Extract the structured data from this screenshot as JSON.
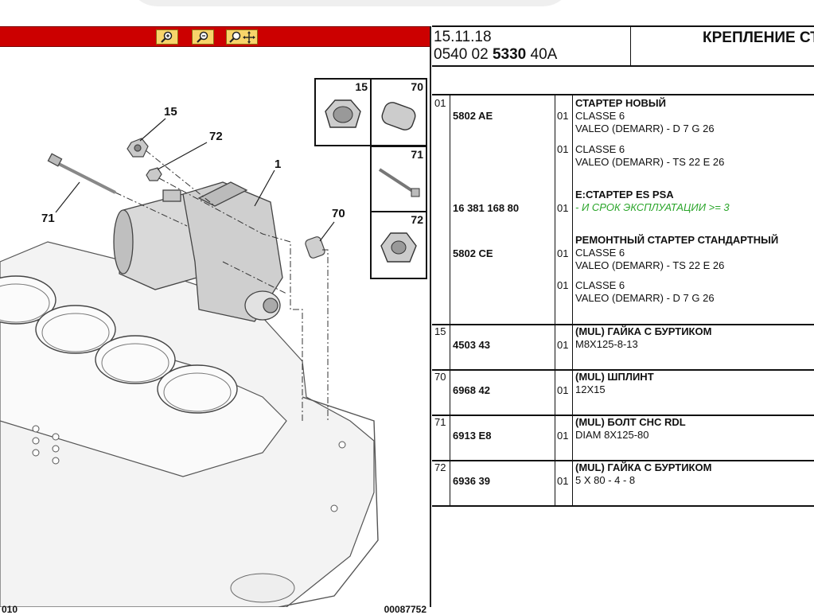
{
  "header": {
    "date": "15.11.18",
    "code_prefix": "0540 02 ",
    "code_bold": "5330",
    "code_suffix": " 40A",
    "title": "КРЕПЛЕНИЕ СТ"
  },
  "zoom_buttons": [
    {
      "icon": "zoom-in-icon"
    },
    {
      "icon": "zoom-out-icon"
    },
    {
      "icon": "zoom-pan-icon"
    }
  ],
  "diagram": {
    "callouts": [
      "15",
      "72",
      "1",
      "71",
      "70"
    ],
    "thumbs": [
      "15",
      "70",
      "71",
      "72"
    ],
    "footer_left": "010",
    "footer_right": "00087752"
  },
  "parts": [
    {
      "pos": "01",
      "rows": [
        {
          "ref": "5802 AE",
          "qty": "01",
          "title": "СТАРТЕР НОВЫЙ",
          "lines": [
            "CLASSE 6",
            "VALEO (DEMARR) - D 7 G 26"
          ]
        },
        {
          "ref": "",
          "qty": "01",
          "title": "",
          "lines": [
            "CLASSE 6",
            "VALEO (DEMARR) - TS 22 E 26"
          ]
        },
        {
          "ref": "16 381 168 80",
          "qty": "01",
          "title": "E:СТАРТЕР ES PSA",
          "green": "- И СРОК ЭКСПЛУАТАЦИИ >= 3",
          "lines": []
        },
        {
          "ref": "5802 CE",
          "qty": "01",
          "title": "РЕМОНТНЫЙ СТАРТЕР СТАНДАРТНЫЙ",
          "lines": [
            "CLASSE 6",
            "VALEO (DEMARR) - TS 22 E 26"
          ]
        },
        {
          "ref": "",
          "qty": "01",
          "title": "",
          "lines": [
            "CLASSE 6",
            "VALEO (DEMARR) - D 7 G 26"
          ]
        }
      ]
    },
    {
      "pos": "15",
      "ref": "4503 43",
      "qty": "01",
      "title": "(MUL) ГАЙКА С БУРТИКОМ",
      "line": "M8X125-8-13"
    },
    {
      "pos": "70",
      "ref": "6968 42",
      "qty": "01",
      "title": "(MUL) ШПЛИНТ",
      "line": "12X15"
    },
    {
      "pos": "71",
      "ref": "6913 E8",
      "qty": "01",
      "title": "(MUL) БОЛТ CHC RDL",
      "line": "DIAM 8X125-80"
    },
    {
      "pos": "72",
      "ref": "6936 39",
      "qty": "01",
      "title": "(MUL) ГАЙКА С БУРТИКОМ",
      "line": "5 X 80 - 4 - 8"
    }
  ]
}
